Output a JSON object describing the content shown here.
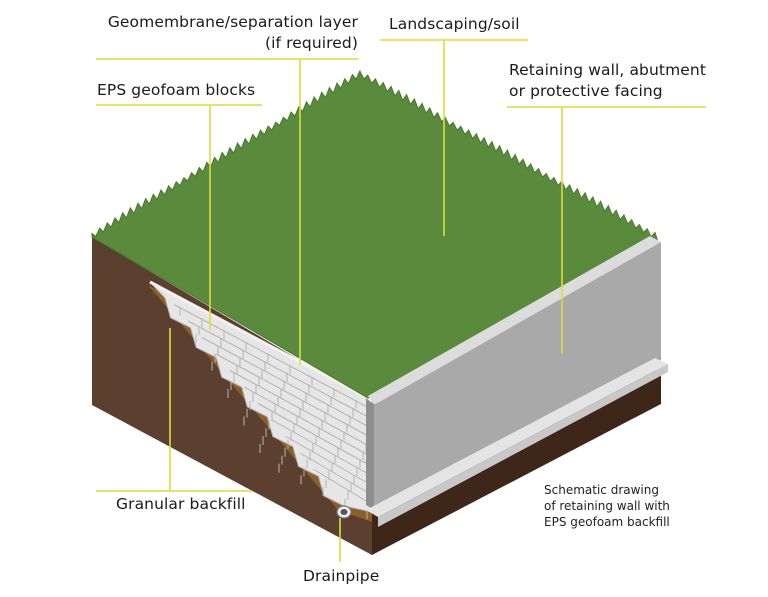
{
  "diagram": {
    "labels": {
      "geomembrane": [
        "Geomembrane/separation layer",
        "(if required)"
      ],
      "landscaping": "Landscaping/soil",
      "eps_blocks": "EPS geofoam blocks",
      "retaining_wall": [
        "Retaining wall, abutment",
        "or protective facing"
      ],
      "granular_backfill": "Granular backfill",
      "drainpipe": "Drainpipe"
    },
    "note": [
      "Schematic drawing",
      "of retaining wall with",
      "EPS geofoam backfill"
    ],
    "colors": {
      "grass": "#5a8a3c",
      "grass_edge": "#4a7a30",
      "soil": "#5b3f2f",
      "soil_dark": "#3e2618",
      "backfill": "#8a6028",
      "eps": "#e6e6e6",
      "eps_line": "#b4b4b4",
      "wall": "#a9a9aa",
      "wall_top": "#dcdcdc",
      "footing": "#c8c8c8",
      "leader": "#d9de3a"
    }
  }
}
